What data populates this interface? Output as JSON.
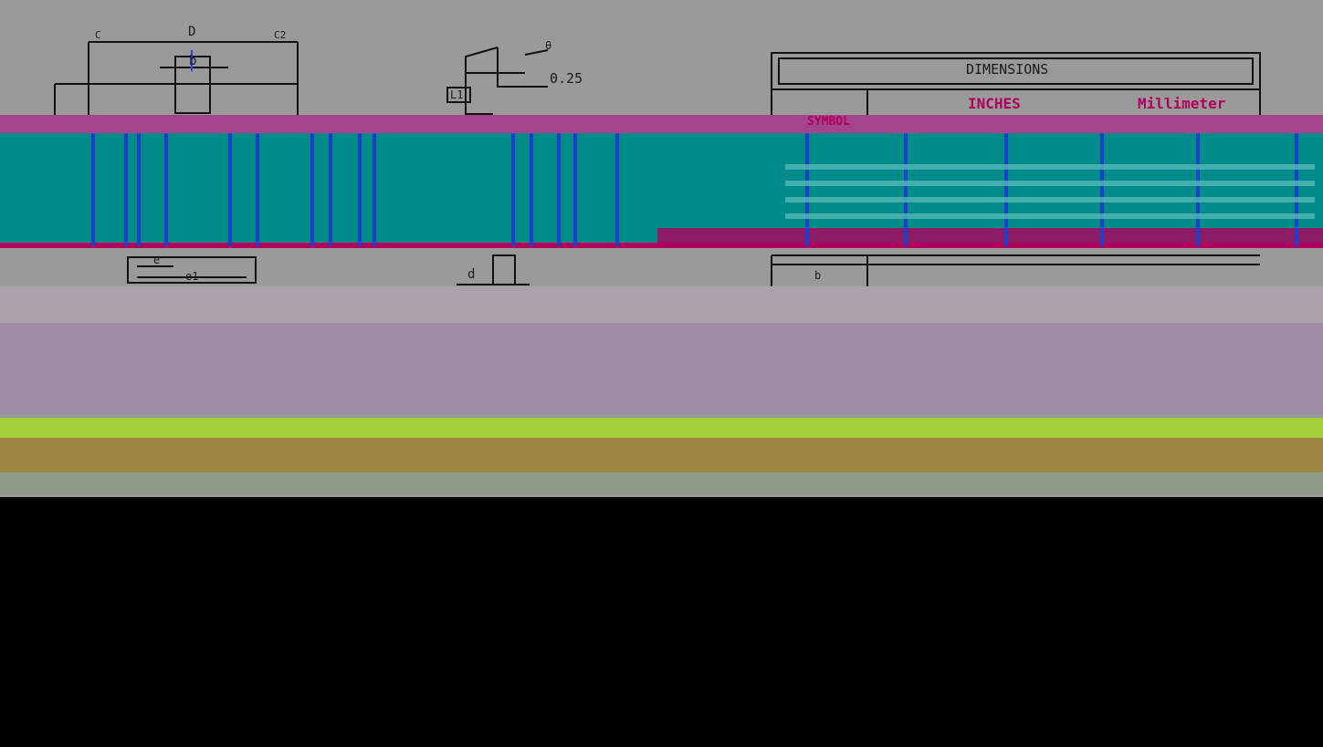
{
  "colors": {
    "background": "#000000",
    "drawing_gray": "#9a9a9a",
    "line": "#111111",
    "band_magenta": "#a4448e",
    "band_teal": "#008b8b",
    "band_blue": "#1e3fc8",
    "band_lime": "#a4d13a",
    "band_olive": "#9a8640",
    "band_lilac": "#a08ca6",
    "glitch_magenta": "#b0005c"
  },
  "drawing": {
    "dim_D": "D",
    "dim_C": "C",
    "dim_C2": "C2",
    "dim_b": "b",
    "dim_e": "e",
    "dim_e1": "e1",
    "dim_L1": "L1",
    "dim_025": "0.25",
    "dim_theta": "θ",
    "dim_d": "d"
  },
  "table": {
    "title": "DIMENSIONS",
    "col_inches": "INCHES",
    "col_mm": "Millimeter",
    "col_symbol": "SYMBOL",
    "row_symbol_visible": "b"
  }
}
